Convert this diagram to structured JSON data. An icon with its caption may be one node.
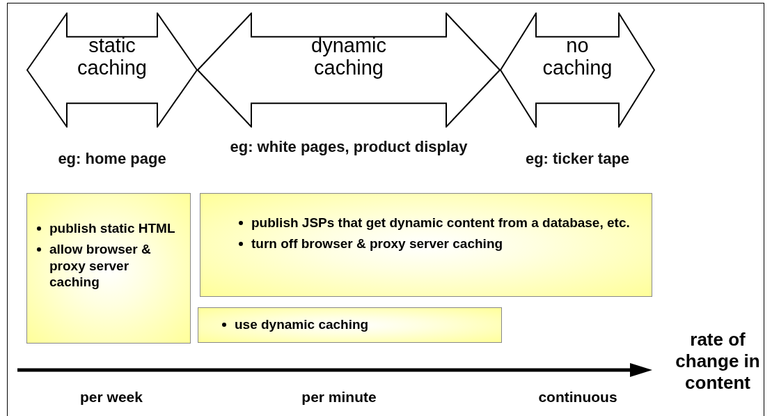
{
  "diagram": {
    "nodes": [
      {
        "text": [
          "static caching"
        ],
        "beside": [
          "eg: home page"
        ]
      },
      {
        "text": [
          "dynamic caching"
        ],
        "beside": [
          "eg: white pages, product display"
        ]
      },
      {
        "text": [
          "no caching"
        ],
        "beside": [
          "eg: ticker tape"
        ]
      },
      {
        "text": [
          "publish static HTML",
          "allow browser & proxy server caching"
        ]
      },
      {
        "text": [
          "publish JSPs that get dynamic content from a database, etc.",
          "turn off browser & proxy server caching"
        ]
      },
      {
        "text": [
          "use dynamic caching"
        ]
      }
    ],
    "labels": [
      "per week",
      "per minute",
      "continuous",
      "rate of change in content"
    ]
  }
}
